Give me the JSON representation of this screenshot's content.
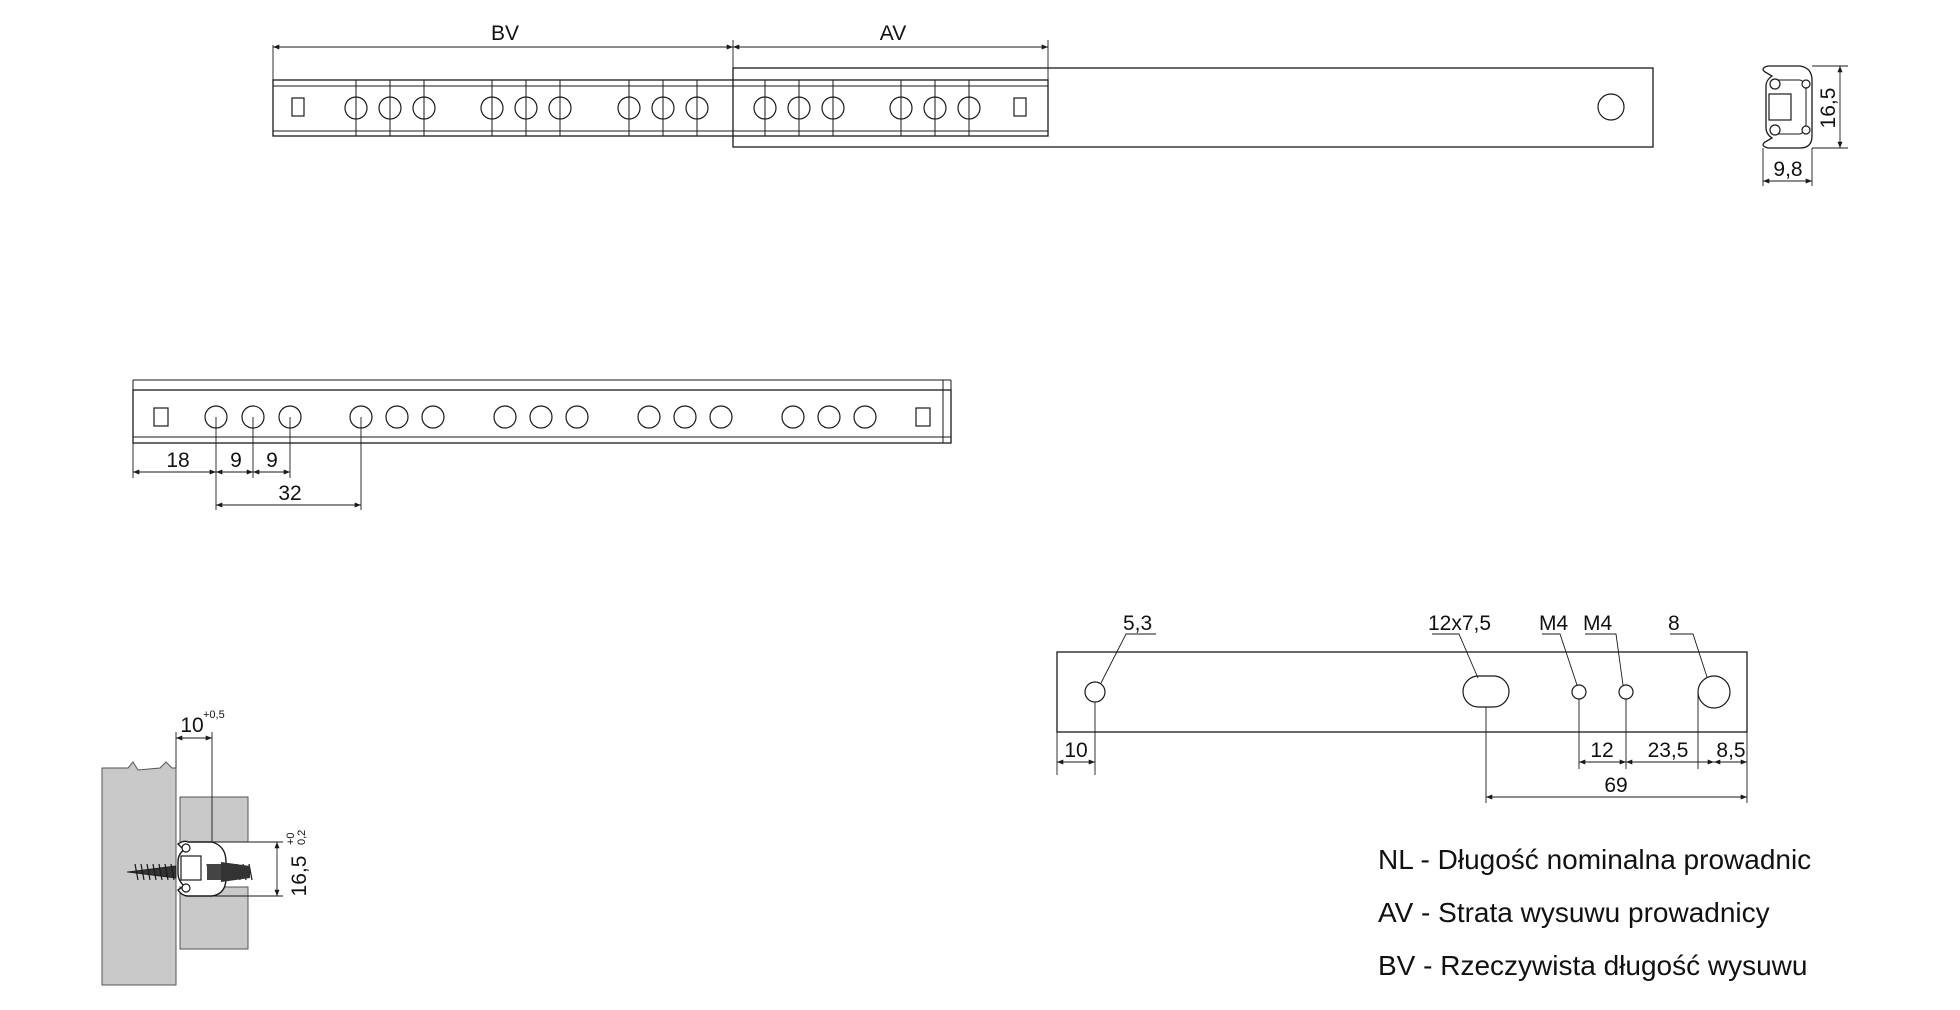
{
  "top_view": {
    "label_bv": "BV",
    "label_av": "AV"
  },
  "profile": {
    "height_label": "16,5",
    "width_label": "9,8"
  },
  "rail_view": {
    "dim_18": "18",
    "dim_9a": "9",
    "dim_9b": "9",
    "dim_32": "32"
  },
  "mount_view": {
    "dim_10": "10",
    "dim_10_tol": "+0,5",
    "dim_16_5": "16,5",
    "dim_16_5_tol_top": "+0",
    "dim_16_5_tol_bot": "0,2"
  },
  "bracket_view": {
    "hole_5_3": "5,3",
    "slot_12x7_5": "12x7,5",
    "thread_m4_a": "M4",
    "thread_m4_b": "M4",
    "hole_8": "8",
    "dim_10": "10",
    "dim_12": "12",
    "dim_23_5": "23,5",
    "dim_8_5": "8,5",
    "dim_69": "69"
  },
  "legend": {
    "nl": "NL - Długość nominalna prowadnic",
    "av": "AV - Strata wysuwu prowadnicy",
    "bv": "BV - Rzeczywista długość wysuwu"
  }
}
